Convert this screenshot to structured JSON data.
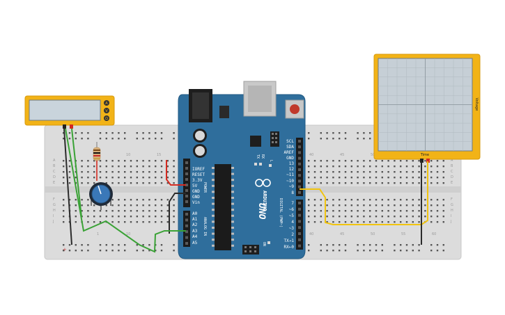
{
  "canvas": {
    "background": "#ffffff"
  },
  "colors": {
    "breadboard": "#dcdcdc",
    "board": "#2f6e9c",
    "board_edge": "#225a83",
    "instrument_frame": "#f2b317",
    "wire_red": "#d42a20",
    "wire_black": "#2b2b2b",
    "wire_green": "#3aa236",
    "wire_yellow": "#f1c40f"
  },
  "breadboard": {
    "row_letters_top": [
      "A",
      "B",
      "C",
      "D",
      "E"
    ],
    "row_letters_bottom": [
      "F",
      "G",
      "H",
      "I",
      "J"
    ],
    "column_numbers_left": [
      "10",
      "15"
    ],
    "column_numbers_right": [
      "40",
      "45",
      "50",
      "55",
      "60"
    ],
    "column_numbers_bottom_left": [
      "1",
      "10"
    ]
  },
  "arduino": {
    "model": "UNO",
    "brand": "ARDUINO",
    "power_header": [
      "IOREF",
      "RESET",
      "3.3V",
      "5V",
      "GND",
      "GND",
      "Vin"
    ],
    "power_label": "POWER",
    "analog_header": [
      "A0",
      "A1",
      "A2",
      "A3",
      "A4",
      "A5"
    ],
    "analog_label": "ANALOG IN",
    "digital_top": [
      "SCL",
      "SDA",
      "AREF",
      "GND",
      "13",
      "12",
      "~11",
      "~10",
      "~9",
      "8"
    ],
    "digital_bottom": [
      "7",
      "~6",
      "~5",
      "4",
      "~3",
      "2",
      "TX→1",
      "RX←0"
    ],
    "digital_label": "DIGITAL (PWM~)",
    "tx_label": "TX",
    "rx_label": "RX",
    "led_label": "L",
    "on_label": "ON"
  },
  "multimeter": {
    "mode_a": "A",
    "mode_v": "V",
    "mode_ohm": "Ω"
  },
  "oscilloscope": {
    "axis_time": "Time",
    "axis_voltage": "Voltage"
  }
}
